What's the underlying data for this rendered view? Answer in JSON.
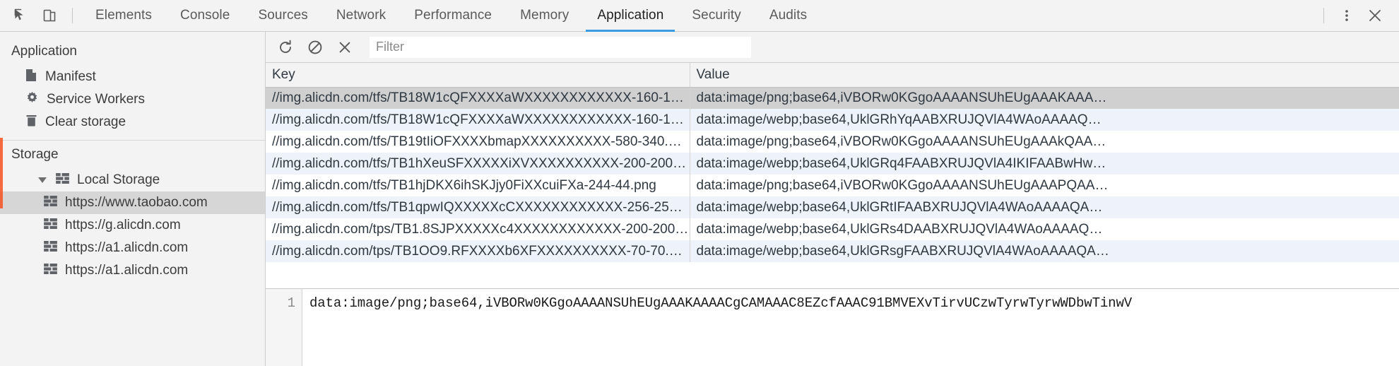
{
  "toolbar": {
    "inspect_icon": "inspect-cursor-icon",
    "device_icon": "device-toggle-icon",
    "menu_icon": "kebab-menu-icon",
    "close_icon": "close-icon",
    "tabs": [
      {
        "label": "Elements",
        "active": false
      },
      {
        "label": "Console",
        "active": false
      },
      {
        "label": "Sources",
        "active": false
      },
      {
        "label": "Network",
        "active": false
      },
      {
        "label": "Performance",
        "active": false
      },
      {
        "label": "Memory",
        "active": false
      },
      {
        "label": "Application",
        "active": true
      },
      {
        "label": "Security",
        "active": false
      },
      {
        "label": "Audits",
        "active": false
      }
    ],
    "active_tab_underline_color": "#3b9ae1"
  },
  "sidebar": {
    "application_section": {
      "title": "Application",
      "items": [
        {
          "label": "Manifest",
          "icon": "document-icon",
          "selected": false
        },
        {
          "label": "Service Workers",
          "icon": "gear-icon",
          "selected": false
        },
        {
          "label": "Clear storage",
          "icon": "trash-icon",
          "selected": false
        }
      ]
    },
    "storage_section": {
      "title": "Storage",
      "local_storage": {
        "label": "Local Storage",
        "icon": "table-icon",
        "expanded": true,
        "origins": [
          {
            "label": "https://www.taobao.com",
            "icon": "table-icon",
            "selected": true
          },
          {
            "label": "https://g.alicdn.com",
            "icon": "table-icon",
            "selected": false
          },
          {
            "label": "https://a1.alicdn.com",
            "icon": "table-icon",
            "selected": false
          },
          {
            "label": "https://a1.alicdn.com",
            "icon": "table-icon",
            "selected": false
          }
        ]
      }
    },
    "scrollbar_color": "#f4511e"
  },
  "storage_toolbar": {
    "refresh_icon": "refresh-icon",
    "clear_icon": "clear-all-icon",
    "delete_icon": "delete-selected-icon",
    "filter": {
      "value": "",
      "placeholder": "Filter"
    }
  },
  "table": {
    "columns": [
      "Key",
      "Value"
    ],
    "rows": [
      {
        "key": "//img.alicdn.com/tfs/TB18W1cQFXXXXaWXXXXXXXXXXXX-160-1…",
        "value": "data:image/png;base64,iVBORw0KGgoAAAANSUhEUgAAAKAAA…",
        "selected": true
      },
      {
        "key": "//img.alicdn.com/tfs/TB18W1cQFXXXXaWXXXXXXXXXXXX-160-1…",
        "value": "data:image/webp;base64,UklGRhYqAABXRUJQVlA4WAoAAAAQ…",
        "selected": false
      },
      {
        "key": "//img.alicdn.com/tfs/TB19tIiOFXXXXbmapXXXXXXXXXX-580-340.…",
        "value": "data:image/png;base64,iVBORw0KGgoAAAANSUhEUgAAAkQAA…",
        "selected": false
      },
      {
        "key": "//img.alicdn.com/tfs/TB1hXeuSFXXXXXiXVXXXXXXXXXX-200-200.…",
        "value": "data:image/webp;base64,UklGRq4FAABXRUJQVlA4IKIFAABwHw…",
        "selected": false
      },
      {
        "key": "//img.alicdn.com/tfs/TB1hjDKX6ihSKJjy0FiXXcuiFXa-244-44.png",
        "value": "data:image/png;base64,iVBORw0KGgoAAAANSUhEUgAAAPQAA…",
        "selected": false
      },
      {
        "key": "//img.alicdn.com/tfs/TB1qpwIQXXXXXcCXXXXXXXXXXXX-256-25…",
        "value": "data:image/webp;base64,UklGRtIFAABXRUJQVlA4WAoAAAAQA…",
        "selected": false
      },
      {
        "key": "//img.alicdn.com/tps/TB1.8SJPXXXXXc4XXXXXXXXXXXX-200-200.…",
        "value": "data:image/webp;base64,UklGRs4DAABXRUJQVlA4WAoAAAAQ…",
        "selected": false
      },
      {
        "key": "//img.alicdn.com/tps/TB1OO9.RFXXXXb6XFXXXXXXXXXX-70-70.…",
        "value": "data:image/webp;base64,UklGRsgFAABXRUJQVlA4WAoAAAAQA…",
        "selected": false
      }
    ]
  },
  "preview": {
    "line_number": "1",
    "content": "data:image/png;base64,iVBORw0KGgoAAAANSUhEUgAAAKAAAACgCAMAAAC8EZcfAAAC91BMVEXvTirvUCzwTyrwTyrwWDbwTinwV"
  }
}
